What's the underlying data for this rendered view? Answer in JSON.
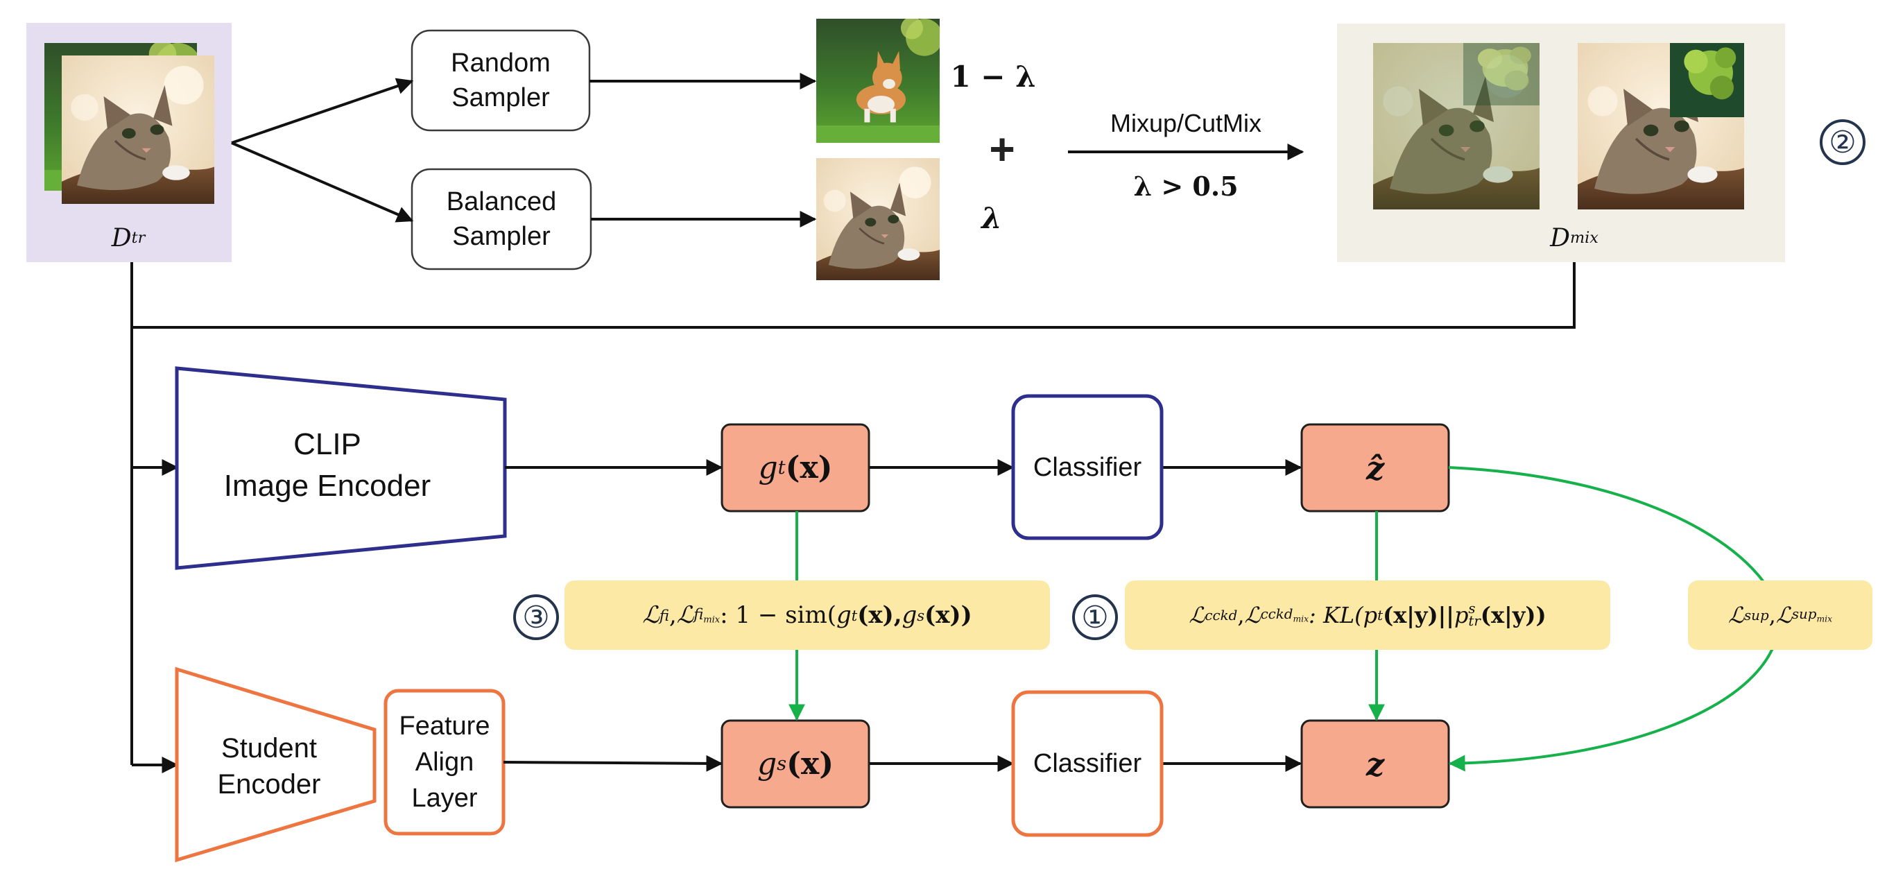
{
  "dataset": {
    "train_label": "D",
    "train_sub": "tr",
    "mix_label": "D",
    "mix_sub": "mix"
  },
  "samplers": {
    "random": [
      "Random",
      "Sampler"
    ],
    "balanced": [
      "Balanced",
      "Sampler"
    ]
  },
  "weights": {
    "one_minus_lambda": "1 − λ",
    "lambda": "λ",
    "plus": "+"
  },
  "mix_arrow": {
    "label": "Mixup/CutMix",
    "condition": "λ > 0.5"
  },
  "teacher_encoder": [
    "CLIP",
    "Image Encoder"
  ],
  "student_encoder": [
    "Student",
    "Encoder"
  ],
  "feature_align": [
    "Feature",
    "Align",
    "Layer"
  ],
  "classifier_label": "Classifier",
  "features": {
    "teacher": {
      "g": "g",
      "sup": "t",
      "arg": "(x)"
    },
    "student": {
      "g": "g",
      "sup": "s",
      "arg": "(x)"
    }
  },
  "logits": {
    "teacher": "ẑ",
    "student": "z"
  },
  "losses": {
    "fi": {
      "marker": "③",
      "l1": "ℒ",
      "l1_sub": "fi",
      "sep": ", ",
      "l2": "ℒ",
      "l2_sub": "fi",
      "l2_subsub": "mix",
      "expr_a": ": 1 − sim(",
      "g_t": "g",
      "g_t_sup": "t",
      "x1": "(x), ",
      "g_s": "g",
      "g_s_sup": "s",
      "x2": "(x))"
    },
    "cckd": {
      "marker": "①",
      "l1": "ℒ",
      "l1_sub": "cckd",
      "sep": ", ",
      "l2": "ℒ",
      "l2_sub": "cckd",
      "l2_subsub": "mix",
      "expr_a": ": KL(",
      "p_t": "p",
      "p_t_sup": "t",
      "mid": "(x|y)||",
      "p_s": "p",
      "p_s_sup": "s",
      "p_s_sub": "tr",
      "end": "(x|y))"
    },
    "sup": {
      "l1": "ℒ",
      "l1_sub": "sup",
      "sep": ", ",
      "l2": "ℒ",
      "l2_sub": "sup",
      "l2_subsub": "mix"
    }
  },
  "mix_marker": "②",
  "colors": {
    "teacher_border": "#2e2f8c",
    "student_border": "#ee7440",
    "feature_fill": "#f7a98e",
    "loss_fill": "#fde9a6",
    "green_arrow": "#17b14b",
    "train_panel": "#e4def0",
    "mix_panel": "#f2efe6"
  }
}
